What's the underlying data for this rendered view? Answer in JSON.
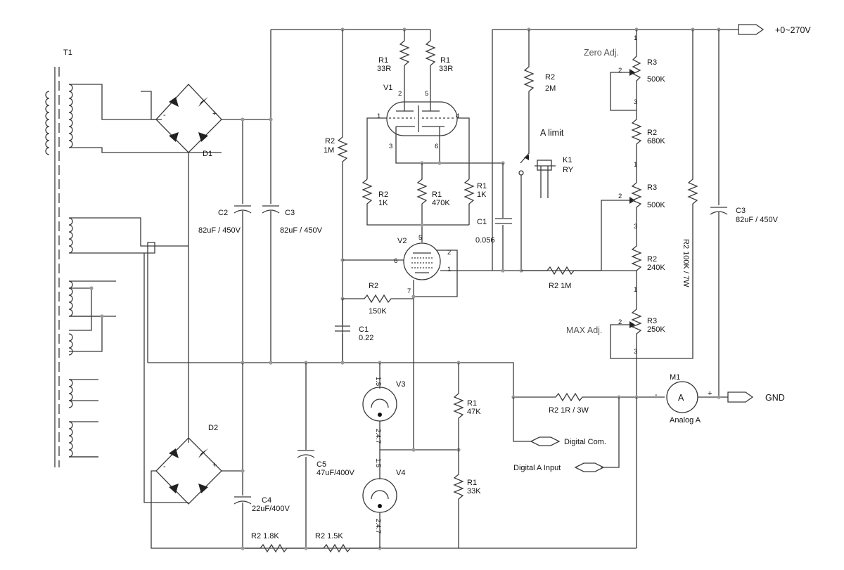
{
  "ports": {
    "out": "+0~270V",
    "gnd": "GND",
    "dcom": "Digital Com.",
    "dain": "Digital A Input"
  },
  "components": {
    "t1": "T1",
    "d1": "D1",
    "d2": "D2",
    "c2_name": "C2",
    "c2_val": "82uF / 450V",
    "c3_name": "C3",
    "c3_val": "82uF / 450V",
    "c3b_name": "C3",
    "c3b_val": "82uF / 450V",
    "c4_name": "C4",
    "c4_val": "22uF/400V",
    "c5_name": "C5",
    "c5_val": "47uF/400V",
    "c1a_name": "C1",
    "c1a_val": "0.056",
    "c1b_name": "C1",
    "c1b_val": "0.22",
    "r1a_name": "R1",
    "r1a_val": "33R",
    "r1b_name": "R1",
    "r1b_val": "33R",
    "v1": "V1",
    "v2": "V2",
    "v3": "V3",
    "v4": "V4",
    "r2_1m_name": "R2",
    "r2_1m_val": "1M",
    "r2_1k_name": "R2",
    "r2_1k_val": "1K",
    "r1_470k_name": "R1",
    "r1_470k_val": "470K",
    "r1_1k_name": "R1",
    "r1_1k_val": "1K",
    "r2_150k_name": "R2",
    "r2_150k_val": "150K",
    "r2_2m_name": "R2",
    "r2_2m_val": "2M",
    "alimit": "A limit",
    "k1_name": "K1",
    "k1_val": "RY",
    "r2_1m_h": "R2   1M",
    "zero_adj": "Zero Adj.",
    "r3a_name": "R3",
    "r3a_val": "500K",
    "r2_680k_name": "R2",
    "r2_680k_val": "680K",
    "r3b_name": "R3",
    "r3b_val": "500K",
    "r2_240k_name": "R2",
    "r2_240k_val": "240K",
    "max_adj": "MAX Adj.",
    "r3c_name": "R3",
    "r3c_val": "250K",
    "r2_100k": "R2   100K / 7W",
    "m1_name": "M1",
    "m1_glyph": "A",
    "m1_val": "Analog A",
    "r2_1r": "R2    1R / 3W",
    "r1_47k_name": "R1",
    "r1_47k_val": "47K",
    "r1_33k_name": "R1",
    "r1_33k_val": "33K",
    "r2_18k": "R2    1.8K",
    "r2_15k": "R2    1.5K"
  },
  "pins": {
    "p1": "1",
    "p2": "2",
    "p3": "3",
    "p4": "4",
    "p5": "5",
    "p6": "6",
    "p7": "7",
    "p15": "1.5",
    "p247": "2.4.7",
    "minus": "-",
    "plus": "+"
  }
}
